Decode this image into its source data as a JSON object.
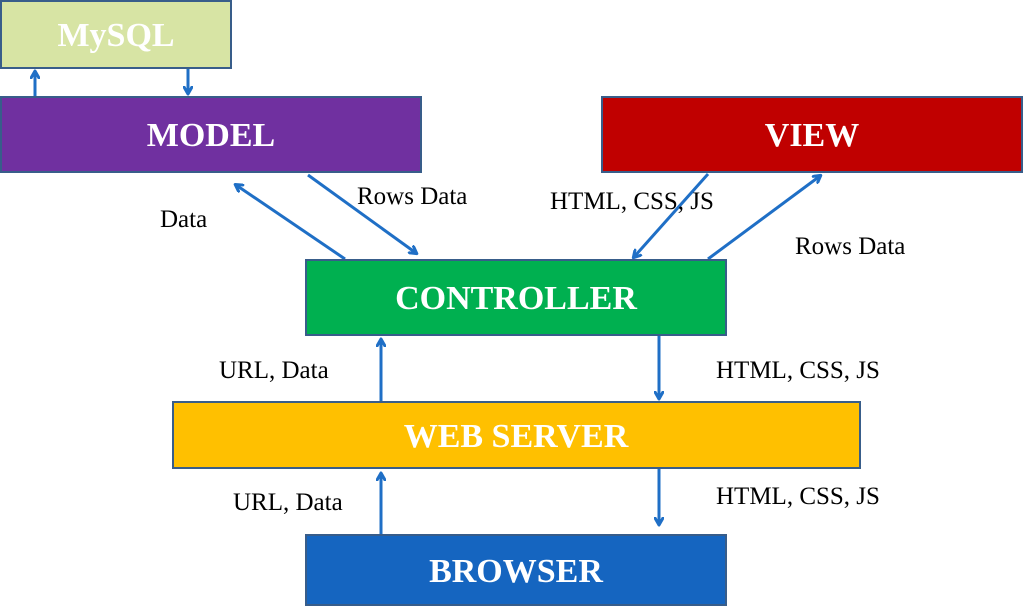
{
  "colors": {
    "arrow": "#1f6fc6",
    "mysql_fill": "#d7e4a4",
    "mysql_text": "#ffffff",
    "model_fill": "#7030a0",
    "view_fill": "#c00000",
    "controller_fill": "#00b050",
    "webserver_fill": "#ffc000",
    "browser_fill": "#1565c0",
    "border": "#385d8a"
  },
  "nodes": {
    "mysql": "MySQL",
    "model": "MODEL",
    "view": "VIEW",
    "controller": "CONTROLLER",
    "webserver": "WEB SERVER",
    "browser": "BROWSER"
  },
  "edge_labels": {
    "model_to_controller_data": "Data",
    "model_to_controller_rows": "Rows Data",
    "controller_to_view": "HTML, CSS, JS",
    "view_to_controller_rows": "Rows Data",
    "webserver_to_controller": "URL, Data",
    "controller_to_webserver": "HTML, CSS, JS",
    "browser_to_webserver": "URL, Data",
    "webserver_to_browser": "HTML, CSS, JS"
  }
}
